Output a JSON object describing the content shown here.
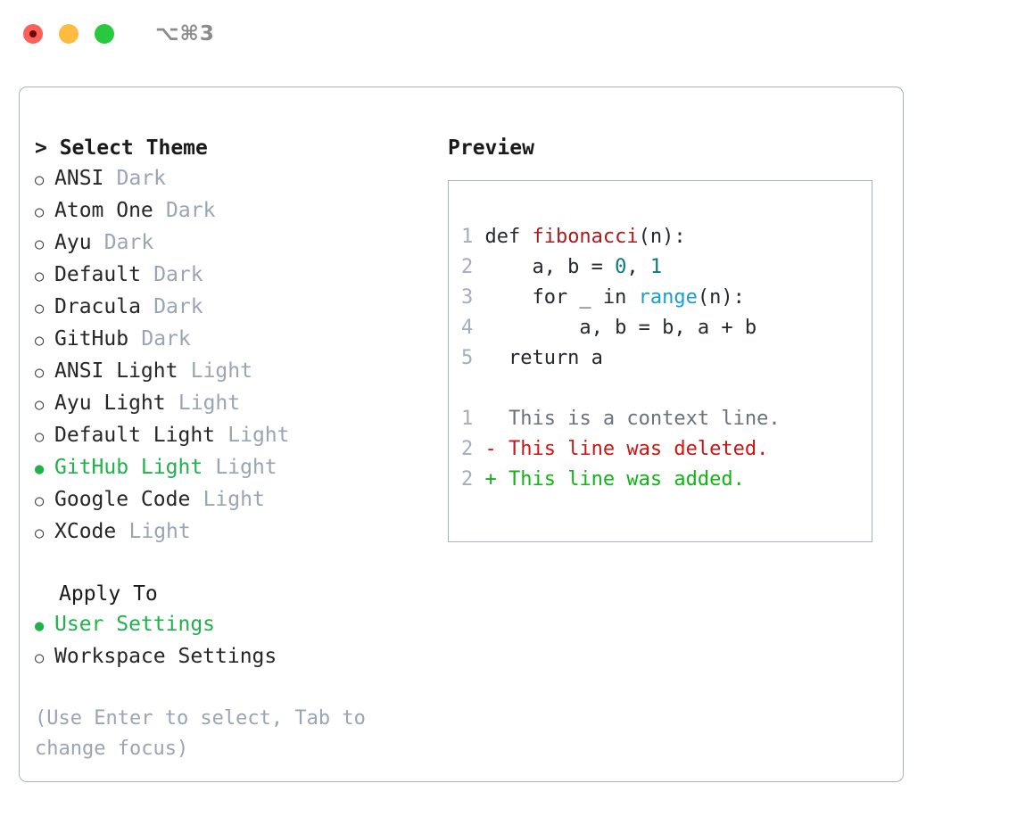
{
  "window": {
    "title_shortcut": "⌥⌘3",
    "traffic_lights": [
      {
        "name": "close",
        "color": "#fc6058"
      },
      {
        "name": "minimize",
        "color": "#fdbc40"
      },
      {
        "name": "maximize",
        "color": "#27c93f"
      }
    ]
  },
  "colors": {
    "accent_green": "#1fb24a",
    "muted": "#9aa5b4",
    "border": "#a8b2c0",
    "text": "#262626",
    "diff_add": "#10b515",
    "diff_del": "#d01313",
    "syntax_fn": "#a81c1c",
    "syntax_num": "#0b7a7a",
    "syntax_builtin": "#199ec8"
  },
  "theme_picker": {
    "header": "> Select Theme",
    "bullet_unselected": "○",
    "bullet_selected": "●",
    "items": [
      {
        "label": "ANSI",
        "badge": "Dark",
        "selected": false
      },
      {
        "label": "Atom One",
        "badge": "Dark",
        "selected": false
      },
      {
        "label": "Ayu",
        "badge": "Dark",
        "selected": false
      },
      {
        "label": "Default",
        "badge": "Dark",
        "selected": false
      },
      {
        "label": "Dracula",
        "badge": "Dark",
        "selected": false
      },
      {
        "label": "GitHub",
        "badge": "Dark",
        "selected": false
      },
      {
        "label": "ANSI Light",
        "badge": "Light",
        "selected": false
      },
      {
        "label": "Ayu Light",
        "badge": "Light",
        "selected": false
      },
      {
        "label": "Default Light",
        "badge": "Light",
        "selected": false
      },
      {
        "label": "GitHub Light",
        "badge": "Light",
        "selected": true
      },
      {
        "label": "Google Code",
        "badge": "Light",
        "selected": false
      },
      {
        "label": "XCode",
        "badge": "Light",
        "selected": false
      }
    ]
  },
  "apply_to": {
    "header": "Apply To",
    "items": [
      {
        "label": "User Settings",
        "selected": true
      },
      {
        "label": "Workspace Settings",
        "selected": false
      }
    ]
  },
  "hint": "(Use Enter to select, Tab to change focus)",
  "preview": {
    "title": "Preview",
    "code_lines": [
      {
        "num": "1",
        "tokens": [
          {
            "t": "def ",
            "c": "plain"
          },
          {
            "t": "fibonacci",
            "c": "fn"
          },
          {
            "t": "(n):",
            "c": "plain"
          }
        ]
      },
      {
        "num": "2",
        "tokens": [
          {
            "t": "    a, b = ",
            "c": "plain"
          },
          {
            "t": "0",
            "c": "num"
          },
          {
            "t": ", ",
            "c": "plain"
          },
          {
            "t": "1",
            "c": "num"
          }
        ]
      },
      {
        "num": "3",
        "tokens": [
          {
            "t": "    for _ in ",
            "c": "plain"
          },
          {
            "t": "range",
            "c": "builtin"
          },
          {
            "t": "(n):",
            "c": "plain"
          }
        ]
      },
      {
        "num": "4",
        "tokens": [
          {
            "t": "        a, b = b, a + b",
            "c": "plain"
          }
        ]
      },
      {
        "num": "5",
        "tokens": [
          {
            "t": "  return a",
            "c": "plain"
          }
        ]
      }
    ],
    "diff_lines": [
      {
        "num": "1",
        "marker": "  ",
        "text": "This is a context line.",
        "kind": "ctx"
      },
      {
        "num": "2",
        "marker": "- ",
        "text": "This line was deleted.",
        "kind": "del"
      },
      {
        "num": "2",
        "marker": "+ ",
        "text": "This line was added.",
        "kind": "add"
      }
    ]
  }
}
